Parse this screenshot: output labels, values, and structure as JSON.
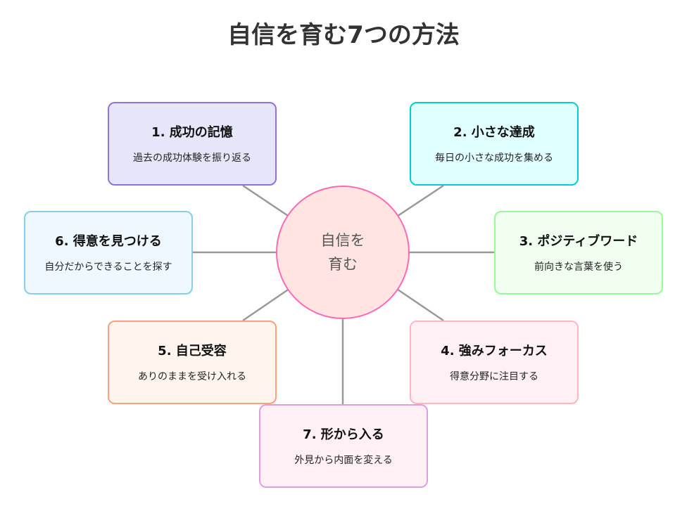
{
  "title": "自信を育む7つの方法",
  "center": {
    "line1": "自信を",
    "line2": "育む",
    "fill": "#ffe4e1",
    "border": "#ff69b4"
  },
  "items": [
    {
      "heading": "1. 成功の記憶",
      "desc": "過去の成功体験を振り返る",
      "fill": "#e6e6fa",
      "border": "#9370db"
    },
    {
      "heading": "2. 小さな達成",
      "desc": "毎日の小さな成功を集める",
      "fill": "#e0ffff",
      "border": "#00ced1"
    },
    {
      "heading": "3. ポジティブワード",
      "desc": "前向きな言葉を使う",
      "fill": "#f0fff0",
      "border": "#98fb98"
    },
    {
      "heading": "4. 強みフォーカス",
      "desc": "得意分野に注目する",
      "fill": "#fff0f5",
      "border": "#ffb6c1"
    },
    {
      "heading": "5. 自己受容",
      "desc": "ありのままを受け入れる",
      "fill": "#fff5ee",
      "border": "#ffa07a"
    },
    {
      "heading": "6. 得意を見つける",
      "desc": "自分だからできることを探す",
      "fill": "#f0f8ff",
      "border": "#87ceeb"
    },
    {
      "heading": "7. 形から入る",
      "desc": "外見から内面を変える",
      "fill": "#fff0f5",
      "border": "#dda0dd"
    }
  ]
}
